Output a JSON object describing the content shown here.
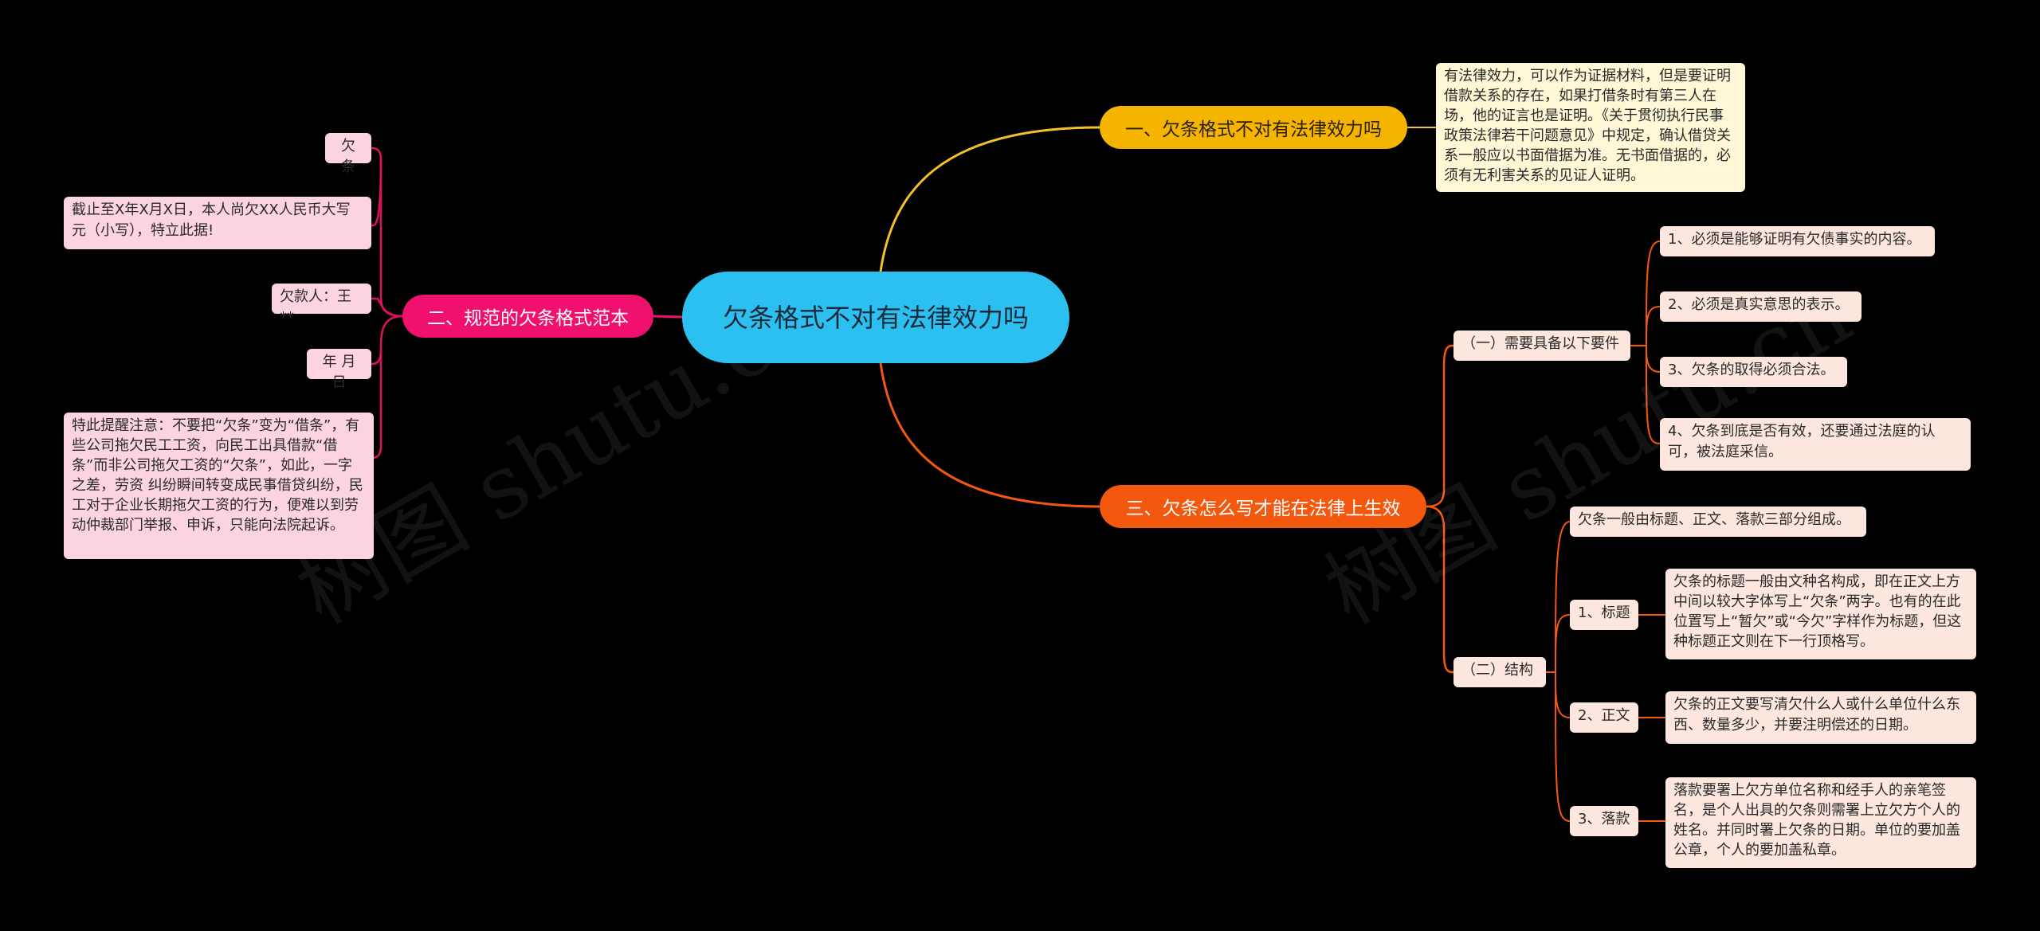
{
  "center": {
    "title": "欠条格式不对有法律效力吗"
  },
  "branches": {
    "b1": {
      "label": "一、欠条格式不对有法律效力吗",
      "note": "有法律效力，可以作为证据材料，但是要证明借款关系的存在，如果打借条时有第三人在场，他的证言也是证明。《关于贯彻执行民事政策法律若干问题意见》中规定，确认借贷关系一般应以书面借据为准。无书面借据的，必须有无利害关系的见证人证明。"
    },
    "b2": {
      "label": "二、规范的欠条格式范本",
      "items": [
        "欠 条",
        "截止至X年X月X日，本人尚欠XX人民币大写元（小写），特立此据!",
        "欠款人：王**",
        "年 月 日",
        "特此提醒注意：不要把“欠条”变为“借条”，有些公司拖欠民工工资，向民工出具借款“借条”而非公司拖欠工资的“欠条”，如此，一字之差，劳资 纠纷瞬间转变成民事借贷纠纷，民工对于企业长期拖欠工资的行为，便难以到劳动仲裁部门举报、申诉，只能向法院起诉。"
      ]
    },
    "b3": {
      "label": "三、欠条怎么写才能在法律上生效",
      "sub1": {
        "label": "（一）需要具备以下要件",
        "items": [
          "1、必须是能够证明有欠债事实的内容。",
          "2、必须是真实意思的表示。",
          "3、欠条的取得必须合法。",
          "4、欠条到底是否有效，还要通过法庭的认可，被法庭采信。"
        ]
      },
      "sub2": {
        "label": "（二）结构",
        "intro": "欠条一般由标题、正文、落款三部分组成。",
        "parts": [
          {
            "label": "1、标题",
            "text": "欠条的标题一般由文种名构成，即在正文上方中间以较大字体写上“欠条”两字。也有的在此位置写上“暂欠”或“今欠”字样作为标题，但这种标题正文则在下一行顶格写。"
          },
          {
            "label": "2、正文",
            "text": "欠条的正文要写清欠什么人或什么单位什么东西、数量多少，并要注明偿还的日期。"
          },
          {
            "label": "3、落款",
            "text": "落款要署上欠方单位名称和经手人的亲笔签名，是个人出具的欠条则需署上立欠方个人的姓名。并同时署上欠条的日期。单位的要加盖公章，个人的要加盖私章。"
          }
        ]
      }
    }
  },
  "colors": {
    "center": "#2bc0f0",
    "branch1": "#f5b400",
    "branch2": "#f0106e",
    "branch3": "#f4580f"
  }
}
